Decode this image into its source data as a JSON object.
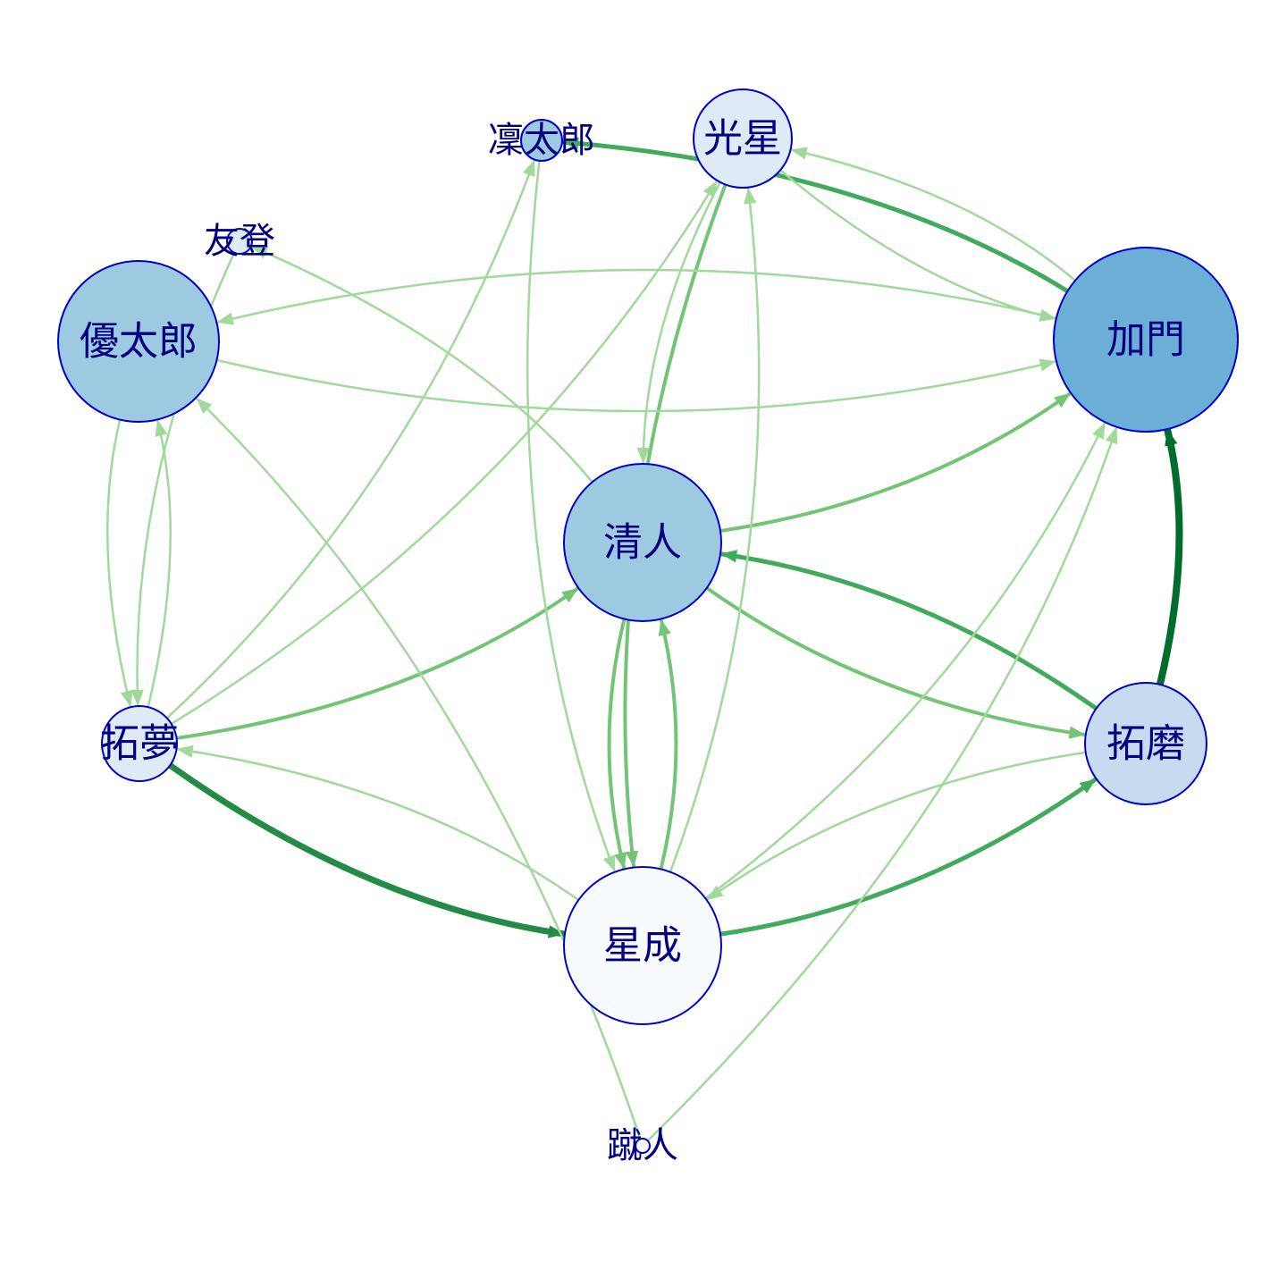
{
  "colors": {
    "node_stroke": "#0000cc",
    "label": "#000080",
    "background": "#ffffff"
  },
  "nodes": [
    {
      "id": "kamon",
      "label": "加門",
      "fill": "#6baed6"
    },
    {
      "id": "yutaro",
      "label": "優太郎",
      "fill": "#9ecae1"
    },
    {
      "id": "kiyoto",
      "label": "清人",
      "fill": "#9ecae1"
    },
    {
      "id": "takuma",
      "label": "拓磨",
      "fill": "#c6dbef"
    },
    {
      "id": "kousei",
      "label": "光星",
      "fill": "#deebf7"
    },
    {
      "id": "takumu",
      "label": "拓夢",
      "fill": "#deebf7"
    },
    {
      "id": "rintaro",
      "label": "凜太郎",
      "fill": "#9ecae1"
    },
    {
      "id": "seisei",
      "label": "星成",
      "fill": "#f7fbff"
    },
    {
      "id": "tomo",
      "label": "友登",
      "fill": "#deebf7"
    },
    {
      "id": "shuto",
      "label": "蹴人",
      "fill": "#f7fbff"
    }
  ],
  "edges": [
    {
      "from": "takuma",
      "to": "kamon",
      "color": "#006d2c"
    },
    {
      "from": "takumu",
      "to": "seisei",
      "color": "#238b45"
    },
    {
      "from": "kamon",
      "to": "rintaro",
      "color": "#41ab5d"
    },
    {
      "from": "takuma",
      "to": "kiyoto",
      "color": "#41ab5d"
    },
    {
      "from": "seisei",
      "to": "takuma",
      "color": "#41ab5d"
    },
    {
      "from": "kousei",
      "to": "seisei",
      "color": "#74c476"
    },
    {
      "from": "kiyoto",
      "to": "kamon",
      "color": "#74c476"
    },
    {
      "from": "takumu",
      "to": "kiyoto",
      "color": "#74c476"
    },
    {
      "from": "kiyoto",
      "to": "takuma",
      "color": "#74c476"
    },
    {
      "from": "seisei",
      "to": "kiyoto",
      "color": "#74c476"
    },
    {
      "from": "kiyoto",
      "to": "seisei",
      "color": "#74c476"
    },
    {
      "from": "kousei",
      "to": "kamon",
      "color": "#a1d99b"
    },
    {
      "from": "kamon",
      "to": "kousei",
      "color": "#a1d99b"
    },
    {
      "from": "yutaro",
      "to": "kamon",
      "color": "#a1d99b"
    },
    {
      "from": "kamon",
      "to": "yutaro",
      "color": "#a1d99b"
    },
    {
      "from": "yutaro",
      "to": "takumu",
      "color": "#a1d99b"
    },
    {
      "from": "takumu",
      "to": "yutaro",
      "color": "#a1d99b"
    },
    {
      "from": "takumu",
      "to": "rintaro",
      "color": "#a1d99b"
    },
    {
      "from": "seisei",
      "to": "kousei",
      "color": "#a1d99b"
    },
    {
      "from": "kousei",
      "to": "kiyoto",
      "color": "#a1d99b"
    },
    {
      "from": "rintaro",
      "to": "seisei",
      "color": "#a1d99b"
    },
    {
      "from": "seisei",
      "to": "kamon",
      "color": "#a1d99b"
    },
    {
      "from": "takuma",
      "to": "seisei",
      "color": "#a1d99b"
    },
    {
      "from": "seisei",
      "to": "takumu",
      "color": "#a1d99b"
    },
    {
      "from": "kiyoto",
      "to": "tomo",
      "color": "#a1d99b"
    },
    {
      "from": "tomo",
      "to": "takumu",
      "color": "#a1d99b"
    },
    {
      "from": "shuto",
      "to": "yutaro",
      "color": "#a1d99b"
    },
    {
      "from": "shuto",
      "to": "kamon",
      "color": "#a1d99b"
    },
    {
      "from": "takumu",
      "to": "kousei",
      "color": "#a1d99b"
    }
  ]
}
